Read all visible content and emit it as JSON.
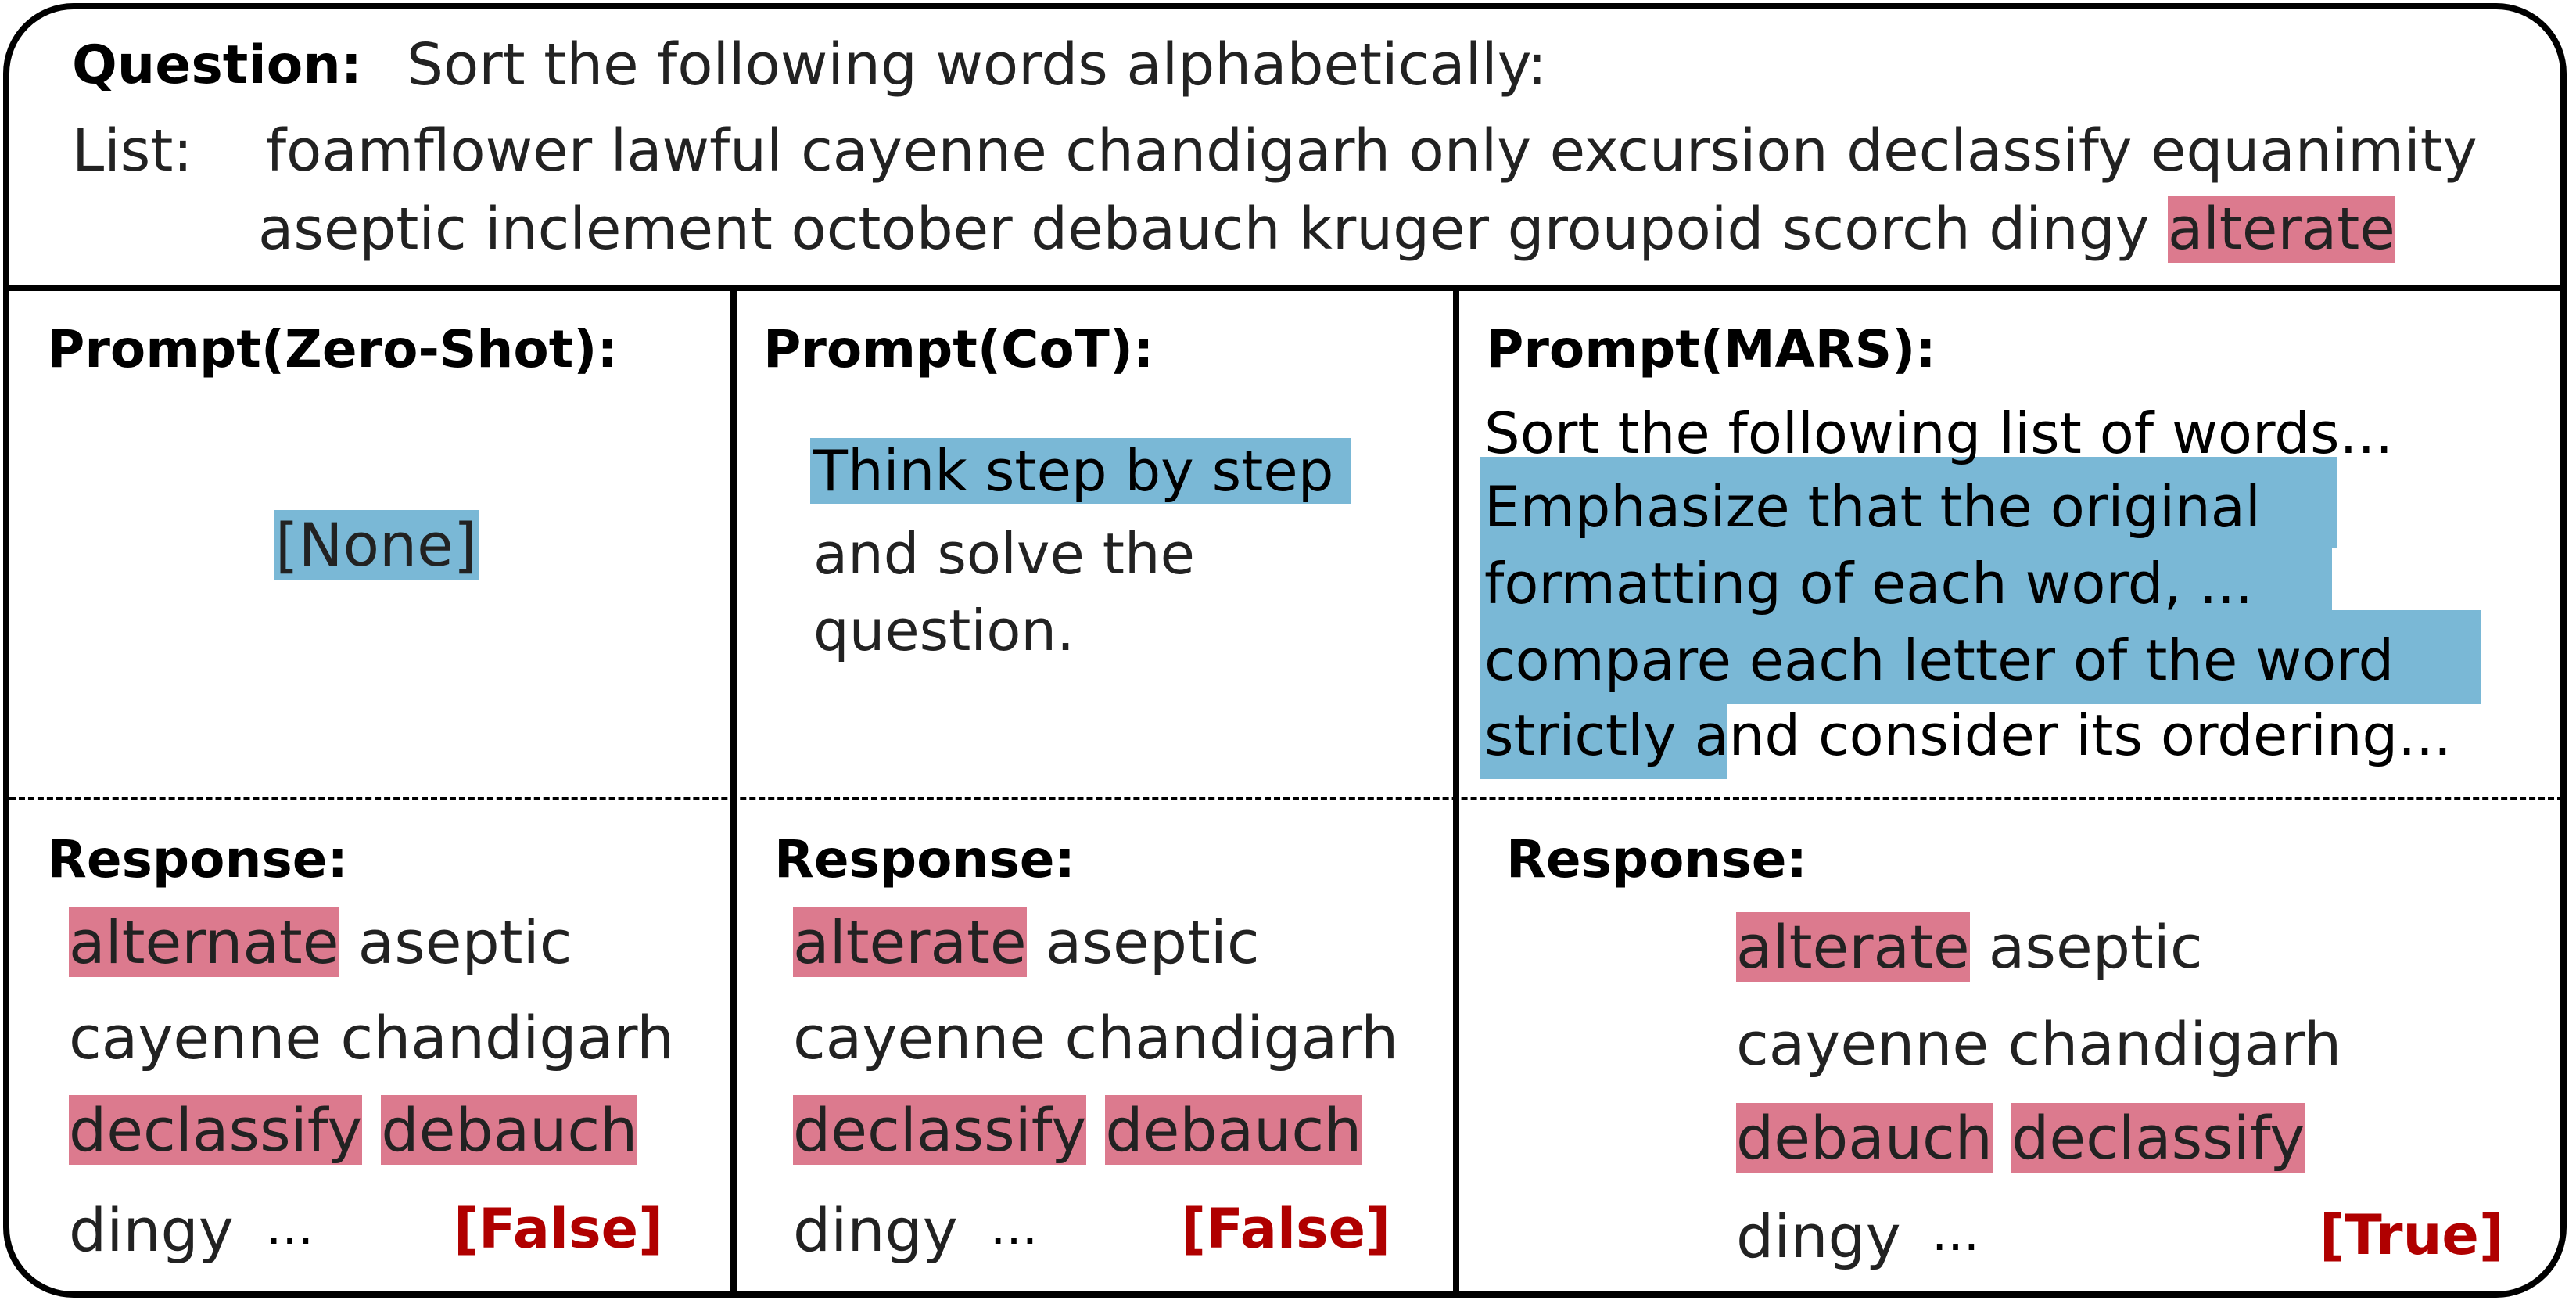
{
  "question": {
    "label": "Question:",
    "text": "Sort the following words alphabetically:",
    "list_label": "List:",
    "list_line1": "foamflower lawful cayenne chandigarh only excursion declassify equanimity",
    "list_line2_pre": "aseptic inclement october debauch kruger groupoid scorch dingy",
    "list_line2_highlight": "alterate"
  },
  "panels": [
    {
      "prompt_label": "Prompt(Zero-Shot):",
      "prompt_highlight": "[None]",
      "response_label": "Response:",
      "response": {
        "r1_highlight": "alternate",
        "r1_rest": "aseptic",
        "r2": "cayenne chandigarh",
        "r3_a": "declassify",
        "r3_b": "debauch",
        "r4": "dingy",
        "ellipsis": "...",
        "verdict": "[False]"
      }
    },
    {
      "prompt_label": "Prompt(CoT):",
      "prompt_highlight": "Think step by step",
      "prompt_line2": "and solve the",
      "prompt_line3": "question.",
      "response_label": "Response:",
      "response": {
        "r1_highlight": "alterate",
        "r1_rest": "aseptic",
        "r2": "cayenne chandigarh",
        "r3_a": "declassify",
        "r3_b": "debauch",
        "r4": "dingy",
        "ellipsis": "...",
        "verdict": "[False]"
      }
    },
    {
      "prompt_label": "Prompt(MARS):",
      "prompt_line1": "Sort the following list of words...",
      "prompt_line2": "Emphasize that the original",
      "prompt_line3": "formatting of each word, ...",
      "prompt_line4": "compare each letter of the word",
      "prompt_line5_highlight": "strictly",
      "prompt_line5_rest": "and consider its ordering...",
      "response_label": "Response:",
      "response": {
        "r1_highlight": "alterate",
        "r1_rest": "aseptic",
        "r2": "cayenne chandigarh",
        "r3_a": "debauch",
        "r3_b": "declassify",
        "r4": "dingy",
        "ellipsis": "...",
        "verdict": "[True]"
      }
    }
  ],
  "colors": {
    "pink_highlight": "#dc7a8e",
    "blue_highlight": "#7ab8d6",
    "verdict_red": "#b00000"
  }
}
